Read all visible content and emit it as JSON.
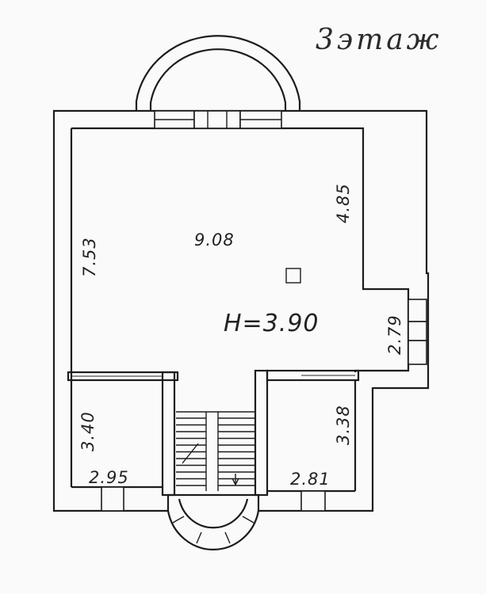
{
  "title": "3этаж",
  "height_label": "H=3.90",
  "dimensions": {
    "main_area": "9.08",
    "left_side": "7.53",
    "right_upper": "4.85",
    "right_lower": "2.79",
    "room_left_height": "3.40",
    "room_left_width": "2.95",
    "room_right_height": "3.38",
    "room_right_width": "2.81"
  }
}
